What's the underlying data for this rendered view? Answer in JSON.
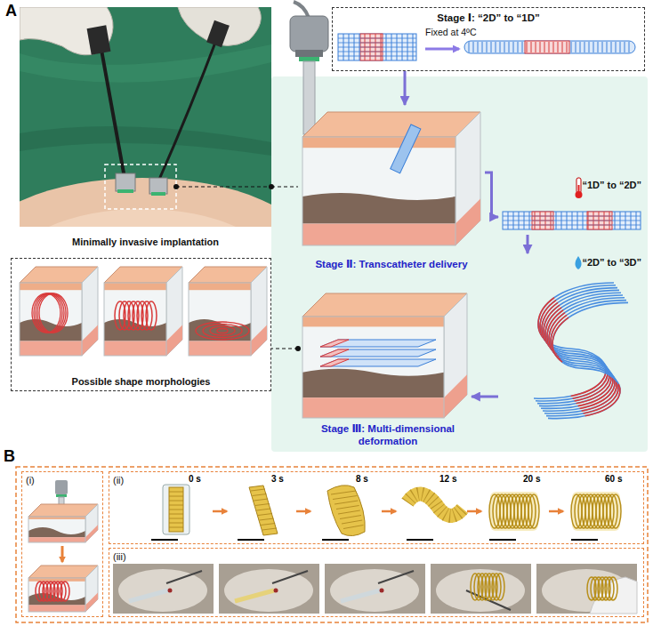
{
  "diagram": {
    "nodes": [
      {
        "text": [
          "Minimally invasive implantation"
        ]
      },
      {
        "text": [
          "Stage Ⅰ: “2D” to “1D”",
          "Fixed at 4ºC"
        ]
      },
      {
        "text": [
          "Stage Ⅱ: Transcatheter delivery"
        ]
      },
      {
        "text": [
          "“1D” to “2D”"
        ]
      },
      {
        "text": [
          "“2D” to “3D”"
        ]
      },
      {
        "text": [
          "Stage Ⅲ: Multi-dimensional deformation"
        ]
      },
      {
        "text": [
          "Possible shape morphologies"
        ]
      },
      {
        "text": [
          "(i)"
        ]
      },
      {
        "text": [
          "(ii)"
        ]
      },
      {
        "text": [
          "(iii)"
        ]
      }
    ],
    "edges": [
      {
        "from": 0,
        "to": 2,
        "arrow": "none"
      },
      {
        "from": 1,
        "to": 2,
        "arrow": "to"
      },
      {
        "from": 2,
        "to": 3,
        "arrow": "to"
      },
      {
        "from": 3,
        "to": 4,
        "arrow": "to"
      },
      {
        "from": 4,
        "to": 5,
        "arrow": "to"
      },
      {
        "from": 5,
        "to": 6,
        "arrow": "none"
      }
    ],
    "labels": [
      "A",
      "B",
      "0 s",
      "3 s",
      "8 s",
      "12 s",
      "20 s",
      "60 s"
    ]
  }
}
